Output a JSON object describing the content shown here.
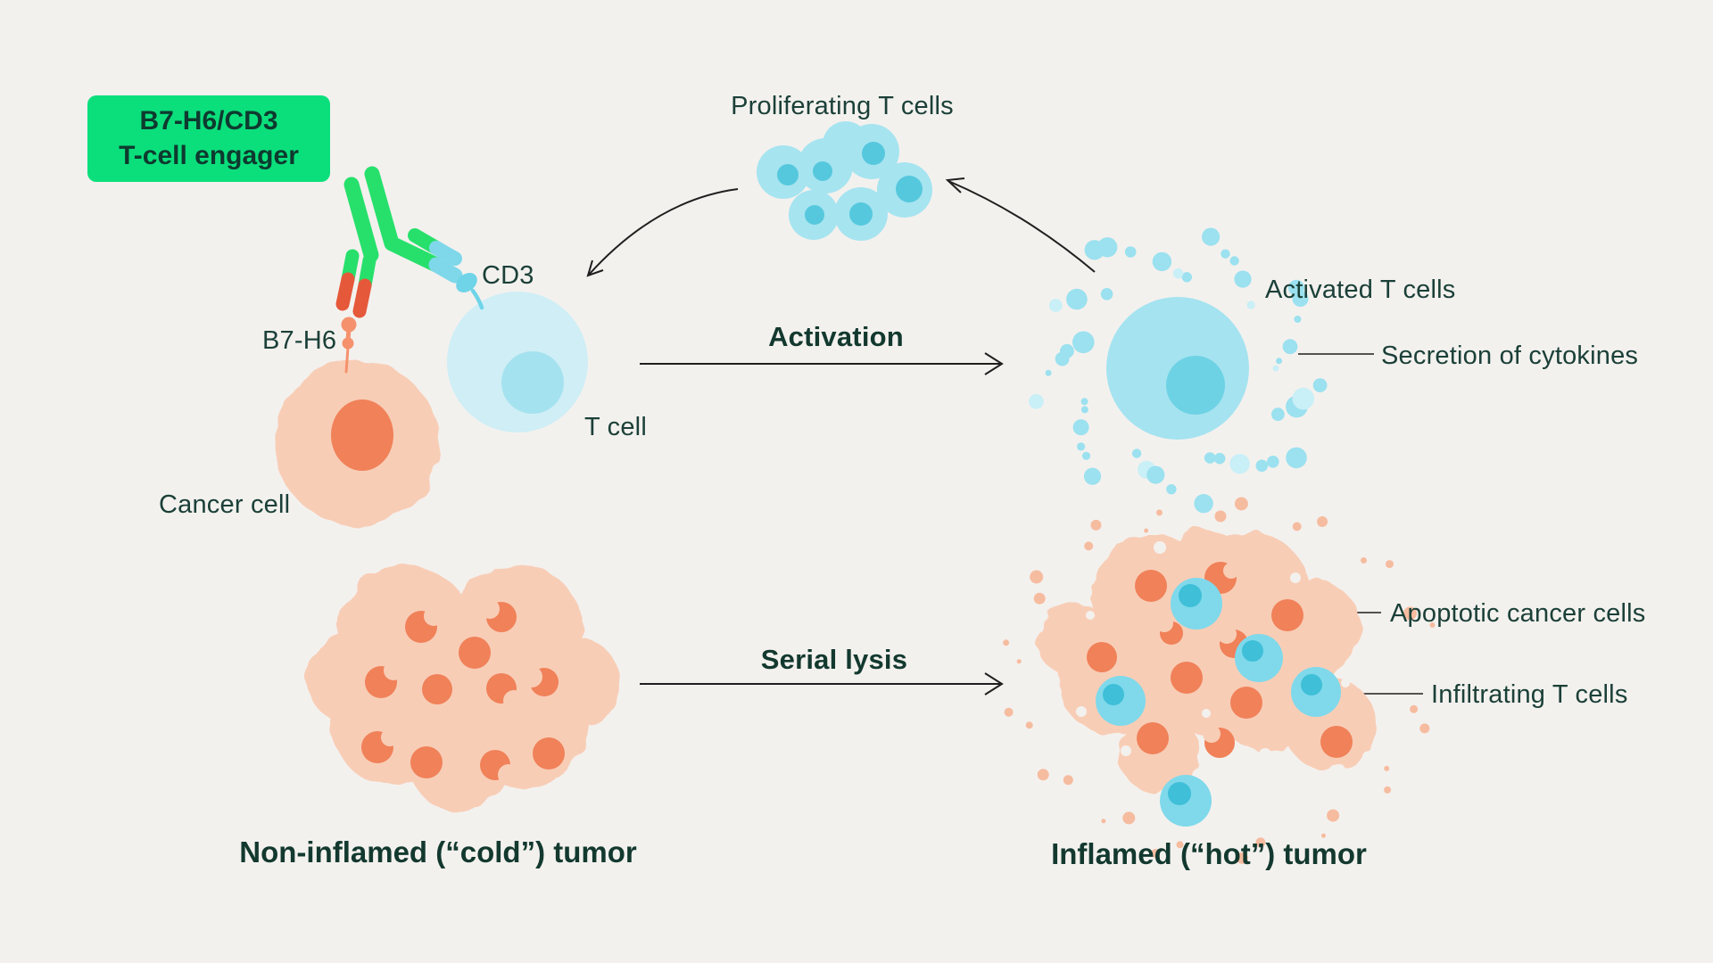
{
  "badge": {
    "line1": "B7-H6/CD3",
    "line2": "T-cell engager"
  },
  "labels": {
    "proliferating": "Proliferating T cells",
    "cd3": "CD3",
    "b7h6": "B7-H6",
    "t_cell": "T cell",
    "cancer_cell": "Cancer cell",
    "activation": "Activation",
    "serial_lysis": "Serial lysis",
    "activated_t_cells": "Activated T cells",
    "secretion": "Secretion of cytokines",
    "apoptotic": "Apoptotic cancer cells",
    "infiltrating": "Infiltrating T cells",
    "cold_tumor": "Non-inflamed (“cold”) tumor",
    "hot_tumor": "Inflamed (“hot”) tumor"
  },
  "colors": {
    "background": "#F3F1EE",
    "badge_green": "#0BDF7C",
    "badge_text": "#0E3A2F",
    "label_text": "#1B4038",
    "antibody_green": "#27E06C",
    "antibody_red": "#E5583A",
    "antibody_blue_tip": "#7ED8EA",
    "b7h6_antigen": "#F5926D",
    "cd3_antigen": "#6FD4E8",
    "t_cell_body": "#CFEEF6",
    "t_cell_nucleus": "#A5E2EF",
    "proliferating_body": "#A6E4F0",
    "proliferating_nucleus": "#56C8DD",
    "activated_body": "#A5E3F0",
    "activated_nucleus": "#6DD2E4",
    "cytokine_dot": "#9BE1EF",
    "tumor_body": "#F8CDB6",
    "tumor_nucleus": "#F08159",
    "infiltrating_body": "#7FD9EB",
    "infiltrating_nucleus": "#3FBFD8",
    "arrow": "#1F1F1F"
  }
}
